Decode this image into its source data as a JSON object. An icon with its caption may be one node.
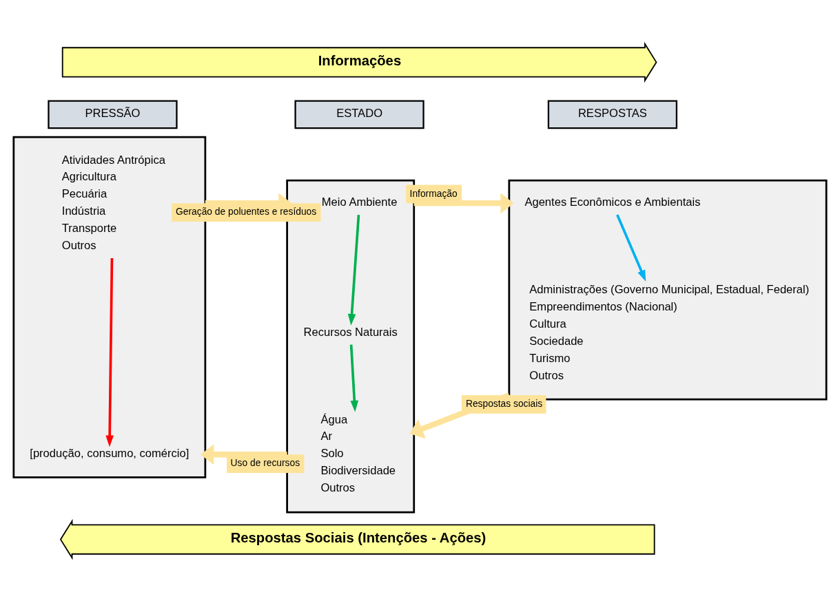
{
  "diagram": {
    "nodes": [
      {
        "text": [
          "PRESSÃO"
        ]
      },
      {
        "text": [
          "ESTADO"
        ]
      },
      {
        "text": [
          "RESPOSTAS"
        ]
      },
      {
        "text": [],
        "shape": "box"
      },
      {
        "text": [
          "Atividades Antrópica",
          "Agricultura",
          "Pecuária",
          "Indústria",
          "Transporte",
          "Outros"
        ],
        "in": 3
      },
      {
        "text": [
          "[produção, consumo, comércio]"
        ],
        "in": 3
      },
      {
        "text": [],
        "shape": "box"
      },
      {
        "text": [
          "Meio Ambiente"
        ],
        "in": 6
      },
      {
        "text": [
          "Recursos Naturais"
        ],
        "in": 6
      },
      {
        "text": [
          "Água",
          "Ar",
          "Solo",
          "Biodiversidade",
          "Outros"
        ],
        "in": 6
      },
      {
        "text": [],
        "shape": "box"
      },
      {
        "text": [
          "Agentes Econômicos e Ambientais"
        ],
        "in": 10
      },
      {
        "text": [
          "Administrações (Governo Municipal, Estadual, Federal)",
          "Empreendimentos (Nacional)",
          "Cultura",
          "Sociedade",
          "Turismo",
          "Outros"
        ],
        "in": 10
      },
      {
        "text": [
          "Informações"
        ]
      },
      {
        "text": [
          "Respostas Sociais (Intenções - Ações)"
        ]
      }
    ],
    "edges": [
      {
        "from": 4,
        "to": 5,
        "arrow": "to",
        "color": "#ff0000"
      },
      {
        "from": 7,
        "to": 8,
        "arrow": "to",
        "color": "#00b050"
      },
      {
        "from": 8,
        "to": 9,
        "arrow": "to",
        "color": "#00b050"
      },
      {
        "from": 11,
        "to": 12,
        "arrow": "to",
        "color": "#00b0f0"
      },
      {
        "from": 3,
        "to": 6,
        "arrow": "to",
        "label": "Geração de poluentes e resíduos",
        "style": "thick",
        "color": "#fde399"
      },
      {
        "from": 6,
        "to": 10,
        "arrow": "to",
        "label": "Informação",
        "style": "thick",
        "color": "#fde399"
      },
      {
        "from": 10,
        "to": 6,
        "arrow": "to",
        "label": "Respostas sociais",
        "style": "thick",
        "color": "#fde399"
      },
      {
        "from": 6,
        "to": 3,
        "arrow": "to",
        "label": "Uso de recursos",
        "style": "thick",
        "color": "#fde399"
      }
    ]
  }
}
